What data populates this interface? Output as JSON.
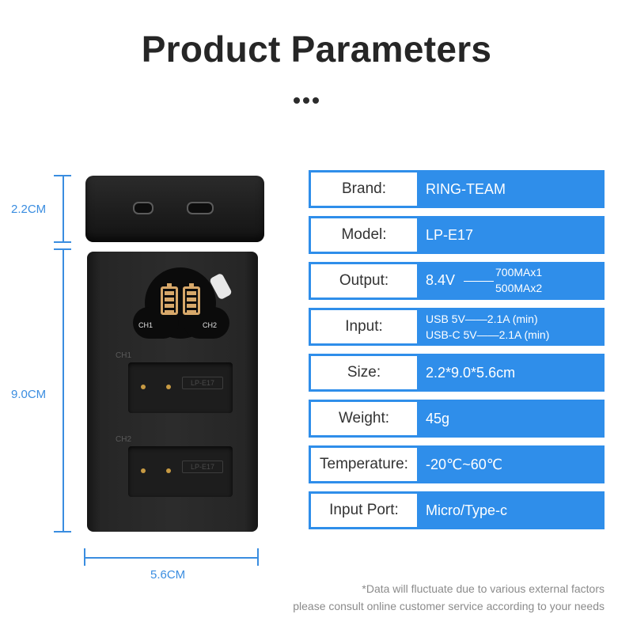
{
  "title": "Product Parameters",
  "dimensions": {
    "top_height": "2.2CM",
    "body_height": "9.0CM",
    "width": "5.6CM"
  },
  "device": {
    "lcd": {
      "ch1": "CH1",
      "ch2": "CH2"
    },
    "slots": [
      {
        "label": "CH1",
        "emboss": "LP-E17"
      },
      {
        "label": "CH2",
        "emboss": "LP-E17"
      }
    ]
  },
  "specs": {
    "brand": {
      "label": "Brand:",
      "value": "RING-TEAM"
    },
    "model": {
      "label": "Model:",
      "value": "LP-E17"
    },
    "output": {
      "label": "Output:",
      "value": "8.4V",
      "line1": "700MAx1",
      "line2": "500MAx2"
    },
    "input": {
      "label": "Input:",
      "line1": "USB 5V——2.1A (min)",
      "line2": "USB-C 5V——2.1A (min)"
    },
    "size": {
      "label": "Size:",
      "value": "2.2*9.0*5.6cm"
    },
    "weight": {
      "label": "Weight:",
      "value": "45g"
    },
    "temperature": {
      "label": "Temperature:",
      "value": "-20℃~60℃"
    },
    "input_port": {
      "label": "Input Port:",
      "value": "Micro/Type-c"
    }
  },
  "notes": {
    "line1": "*Data will fluctuate due to various external factors",
    "line2": "please consult online customer service according to your needs"
  },
  "colors": {
    "accent": "#2f8eea",
    "dimension": "#3a8de0",
    "title": "#262626"
  }
}
